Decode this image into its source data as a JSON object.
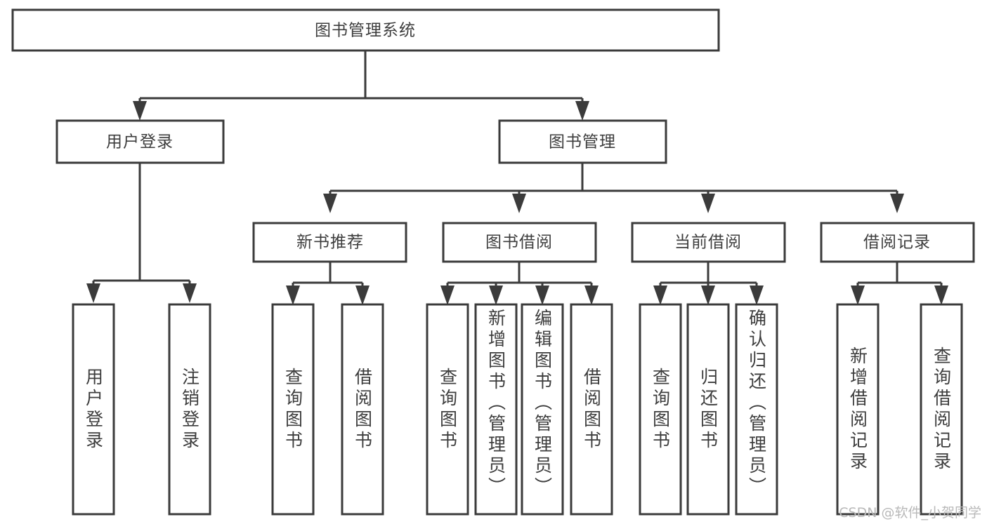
{
  "diagram": {
    "type": "tree",
    "title": "图书管理系统",
    "root": {
      "id": "root",
      "label": "图书管理系统"
    },
    "level1": [
      {
        "id": "user-login",
        "label": "用户登录"
      },
      {
        "id": "book-manage",
        "label": "图书管理"
      }
    ],
    "level2": [
      {
        "id": "new-book-recommend",
        "label": "新书推荐",
        "parent": "book-manage"
      },
      {
        "id": "book-borrow",
        "label": "图书借阅",
        "parent": "book-manage"
      },
      {
        "id": "current-borrow",
        "label": "当前借阅",
        "parent": "book-manage"
      },
      {
        "id": "borrow-record",
        "label": "借阅记录",
        "parent": "book-manage"
      }
    ],
    "leaves": [
      {
        "id": "leaf-user-login",
        "label": "用户登录",
        "parent": "user-login"
      },
      {
        "id": "leaf-logout-login",
        "label": "注销登录",
        "parent": "user-login"
      },
      {
        "id": "leaf-query-book-1",
        "label": "查询图书",
        "parent": "new-book-recommend"
      },
      {
        "id": "leaf-borrow-book-1",
        "label": "借阅图书",
        "parent": "new-book-recommend"
      },
      {
        "id": "leaf-query-book-2",
        "label": "查询图书",
        "parent": "book-borrow"
      },
      {
        "id": "leaf-add-book",
        "label": "新增图书（管理员）",
        "parent": "book-borrow"
      },
      {
        "id": "leaf-edit-book",
        "label": "编辑图书（管理员）",
        "parent": "book-borrow"
      },
      {
        "id": "leaf-borrow-book-2",
        "label": "借阅图书",
        "parent": "book-borrow"
      },
      {
        "id": "leaf-query-book-3",
        "label": "查询图书",
        "parent": "current-borrow"
      },
      {
        "id": "leaf-return-book",
        "label": "归还图书",
        "parent": "current-borrow"
      },
      {
        "id": "leaf-confirm-return",
        "label": "确认归还（管理员）",
        "parent": "current-borrow"
      },
      {
        "id": "leaf-add-record",
        "label": "新增借阅记录",
        "parent": "borrow-record"
      },
      {
        "id": "leaf-query-record",
        "label": "查询借阅记录",
        "parent": "borrow-record"
      }
    ],
    "colors": {
      "box_stroke": "#3b3b3b",
      "box_fill": "#ffffff",
      "text": "#3d3d3d",
      "background": "#ffffff",
      "watermark": "#b9b9b9"
    }
  },
  "watermark": {
    "text": "CSDN @软件_小贺同学"
  }
}
